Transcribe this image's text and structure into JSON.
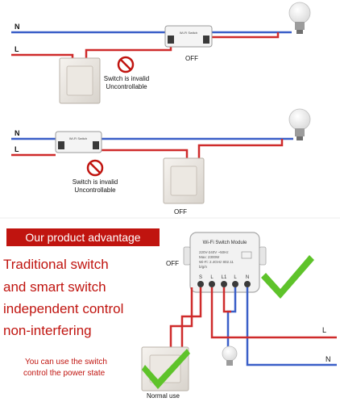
{
  "colors": {
    "neutral_wire": "#3a5fc8",
    "live_wire": "#cf2b2b",
    "accent_red": "#c0140f",
    "check_green": "#5ec32a"
  },
  "panel1": {
    "n_label": "N",
    "l_label": "L",
    "module_text": "Wi-Fi Switch",
    "no_icon": "no-entry-icon",
    "note_line1": "Switch is invalid",
    "note_line2": "Uncontrollable",
    "state": "OFF"
  },
  "panel2": {
    "n_label": "N",
    "l_label": "L",
    "module_text": "Wi-Fi Switch",
    "no_icon": "no-entry-icon",
    "note_line1": "Switch is invalid",
    "note_line2": "Uncontrollable",
    "state": "OFF"
  },
  "panel3": {
    "banner": "Our product advantage",
    "lines": [
      "Traditional switch",
      "and smart switch",
      "independent control",
      "non-interfering"
    ],
    "off_label": "OFF",
    "module_title": "Wi-Fi Switch Module",
    "module_specs": [
      "220V-240V ~50Hz",
      "Max: 2300W",
      "Wi-Fi: 2.4GHz 802.11",
      "b/g/n"
    ],
    "terminals": [
      "S",
      "L",
      "L1",
      "L",
      "N"
    ],
    "l_label": "L",
    "n_label": "N",
    "note_line1": "You can use the switch",
    "note_line2": "control the power state",
    "switch_caption": "Normal use",
    "check_icon": "check-mark-icon"
  }
}
